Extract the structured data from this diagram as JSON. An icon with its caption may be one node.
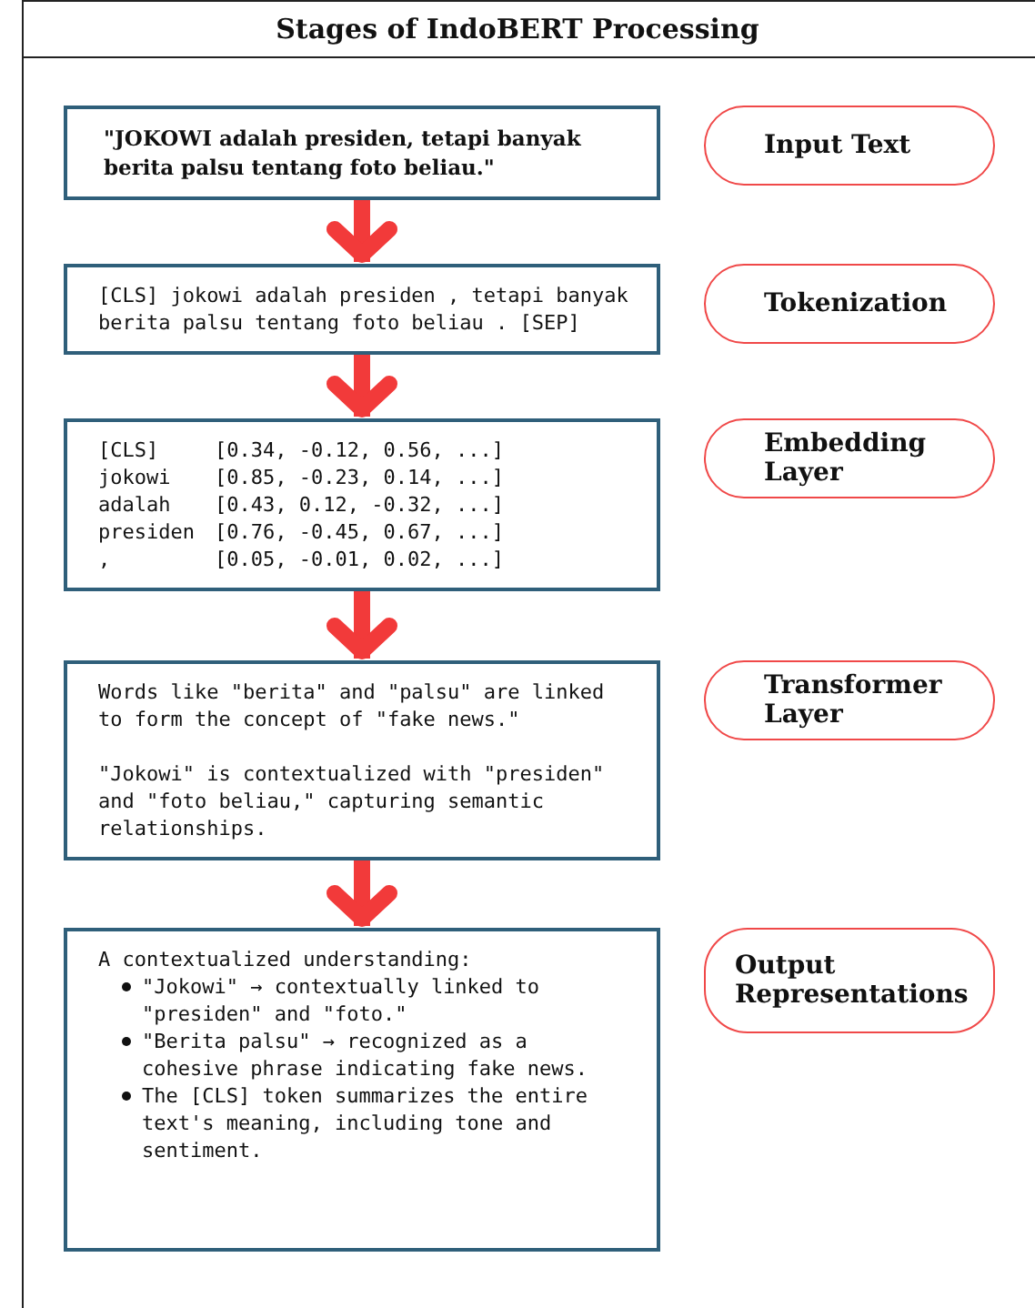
{
  "diagram": {
    "title": "Stages of IndoBERT Processing",
    "nodes": [
      {
        "text": [
          "\"JOKOWI adalah presiden, tetapi banyak berita palsu tentang foto beliau.\""
        ]
      },
      {
        "text": [
          "Input Text"
        ]
      },
      {
        "text": [
          "[CLS] jokowi adalah presiden , tetapi banyak berita palsu tentang foto beliau . [SEP]"
        ]
      },
      {
        "text": [
          "Tokenization"
        ]
      },
      {
        "text": [
          "[CLS]",
          "[0.34, -0.12, 0.56, ...]",
          "jokowi",
          "[0.85, -0.23, 0.14, ...]",
          "adalah",
          "[0.43, 0.12, -0.32, ...]",
          "presiden",
          "[0.76, -0.45, 0.67, ...]",
          ",",
          "[0.05, -0.01, 0.02, ...]"
        ]
      },
      {
        "text": [
          "Embedding Layer"
        ]
      },
      {
        "text": [
          "Words like \"berita\" and \"palsu\" are linked to form the concept of \"fake news.\"",
          "\"Jokowi\" is contextualized with \"presiden\" and \"foto beliau,\" capturing semantic relationships."
        ]
      },
      {
        "text": [
          "Transformer Layer"
        ]
      },
      {
        "text": [
          "A contextualized understanding:",
          "\"Jokowi\" → contextually linked to \"presiden\" and \"foto.\"",
          "\"Berita palsu\" → recognized as a cohesive phrase indicating fake news.",
          "The [CLS] token summarizes the entire text's meaning, including tone and sentiment."
        ]
      },
      {
        "text": [
          "Output Representations"
        ]
      }
    ],
    "edges": [
      {
        "from": 0,
        "to": 2,
        "arrow": "to"
      },
      {
        "from": 2,
        "to": 4,
        "arrow": "to"
      },
      {
        "from": 4,
        "to": 6,
        "arrow": "to"
      },
      {
        "from": 6,
        "to": 8,
        "arrow": "to"
      }
    ]
  }
}
